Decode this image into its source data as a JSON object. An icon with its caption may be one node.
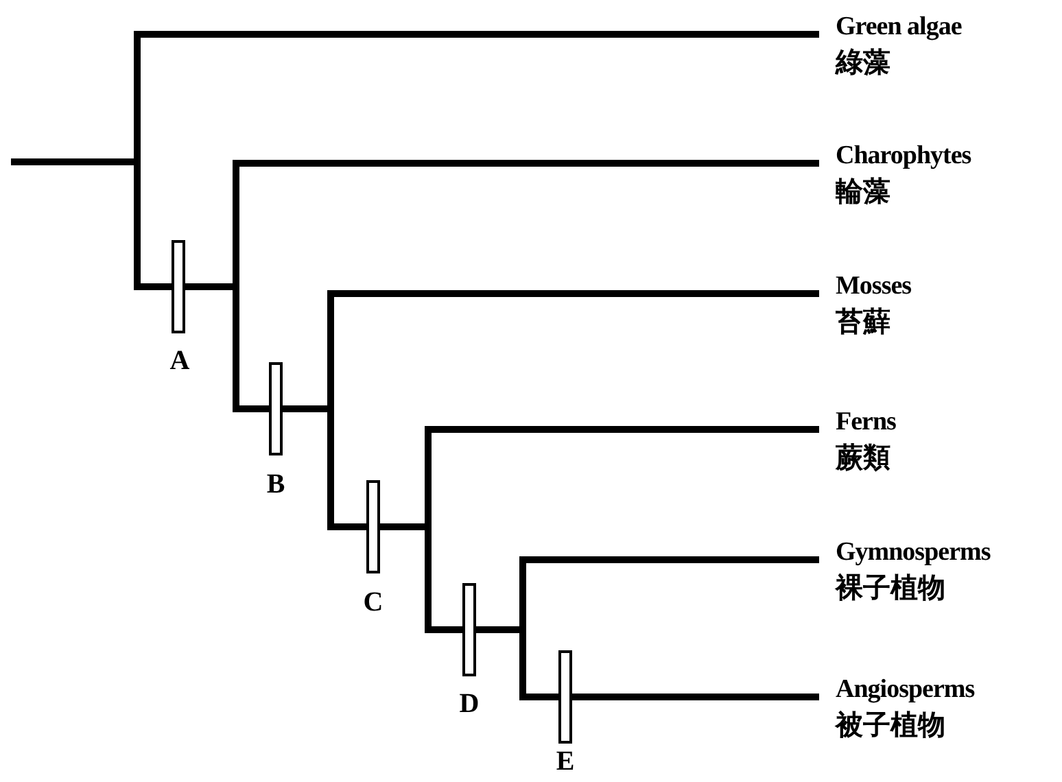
{
  "diagram": {
    "nodes": [
      {
        "text": [
          "Green algae",
          "綠藻"
        ]
      },
      {
        "text": [
          "Charophytes",
          "輪藻"
        ]
      },
      {
        "text": [
          "Mosses",
          "苔蘚"
        ]
      },
      {
        "text": [
          "Ferns",
          "蕨類"
        ]
      },
      {
        "text": [
          "Gymnosperms",
          "裸子植物"
        ]
      },
      {
        "text": [
          "Angiosperms",
          "被子植物"
        ]
      }
    ],
    "edges": [
      {
        "from": null,
        "to": 0,
        "arrow": "none"
      },
      {
        "from": null,
        "to": 1,
        "arrow": "none"
      },
      {
        "from": null,
        "to": 2,
        "arrow": "none"
      },
      {
        "from": null,
        "to": 3,
        "arrow": "none"
      },
      {
        "from": null,
        "to": 4,
        "arrow": "none"
      },
      {
        "from": null,
        "to": 5,
        "arrow": "none"
      }
    ],
    "labels": [
      "A",
      "B",
      "C",
      "D",
      "E"
    ]
  }
}
